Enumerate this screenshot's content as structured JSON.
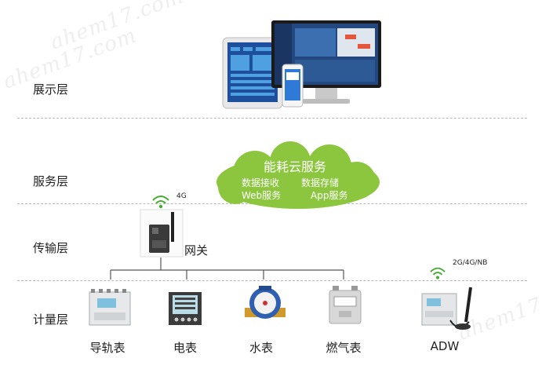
{
  "watermark": "ahem17.com",
  "layers": {
    "display": "展示层",
    "service": "服务层",
    "transport": "传输层",
    "metering": "计量层"
  },
  "cloud": {
    "title": "能耗云服务",
    "line1_left": "数据接收",
    "line1_right": "数据存储",
    "line2_left": "Web服务",
    "line2_right": "App服务",
    "color": "#8cc63f"
  },
  "gateway": {
    "label": "网关",
    "signal": "4G"
  },
  "adw_signal": "2G/4G/NB",
  "devices": [
    "导轨表",
    "电表",
    "水表",
    "燃气表",
    "ADW"
  ],
  "colors": {
    "wifi": "#3fae2a",
    "line": "#555555",
    "divider": "#b8b8b8"
  }
}
